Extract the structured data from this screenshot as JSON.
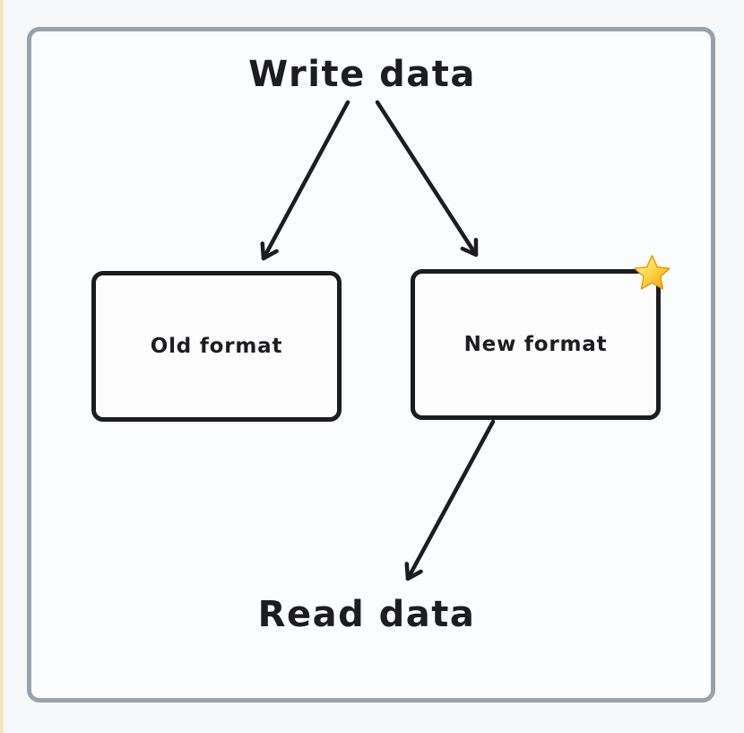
{
  "canvas": {
    "background_color": "#f7f8fa",
    "left_accent_color": "#f8e4c3",
    "frame_border_color": "#9aa1ab",
    "stroke_color": "#1d1d21"
  },
  "diagram": {
    "top_label": "Write data",
    "bottom_label": "Read data",
    "nodes": [
      {
        "id": "old-format",
        "label": "Old format"
      },
      {
        "id": "new-format",
        "label": "New format",
        "icon": "star-emoji"
      }
    ],
    "edges": [
      {
        "from": "Write data",
        "to": "Old format"
      },
      {
        "from": "Write data",
        "to": "New format"
      },
      {
        "from": "New format",
        "to": "Read data"
      }
    ]
  }
}
